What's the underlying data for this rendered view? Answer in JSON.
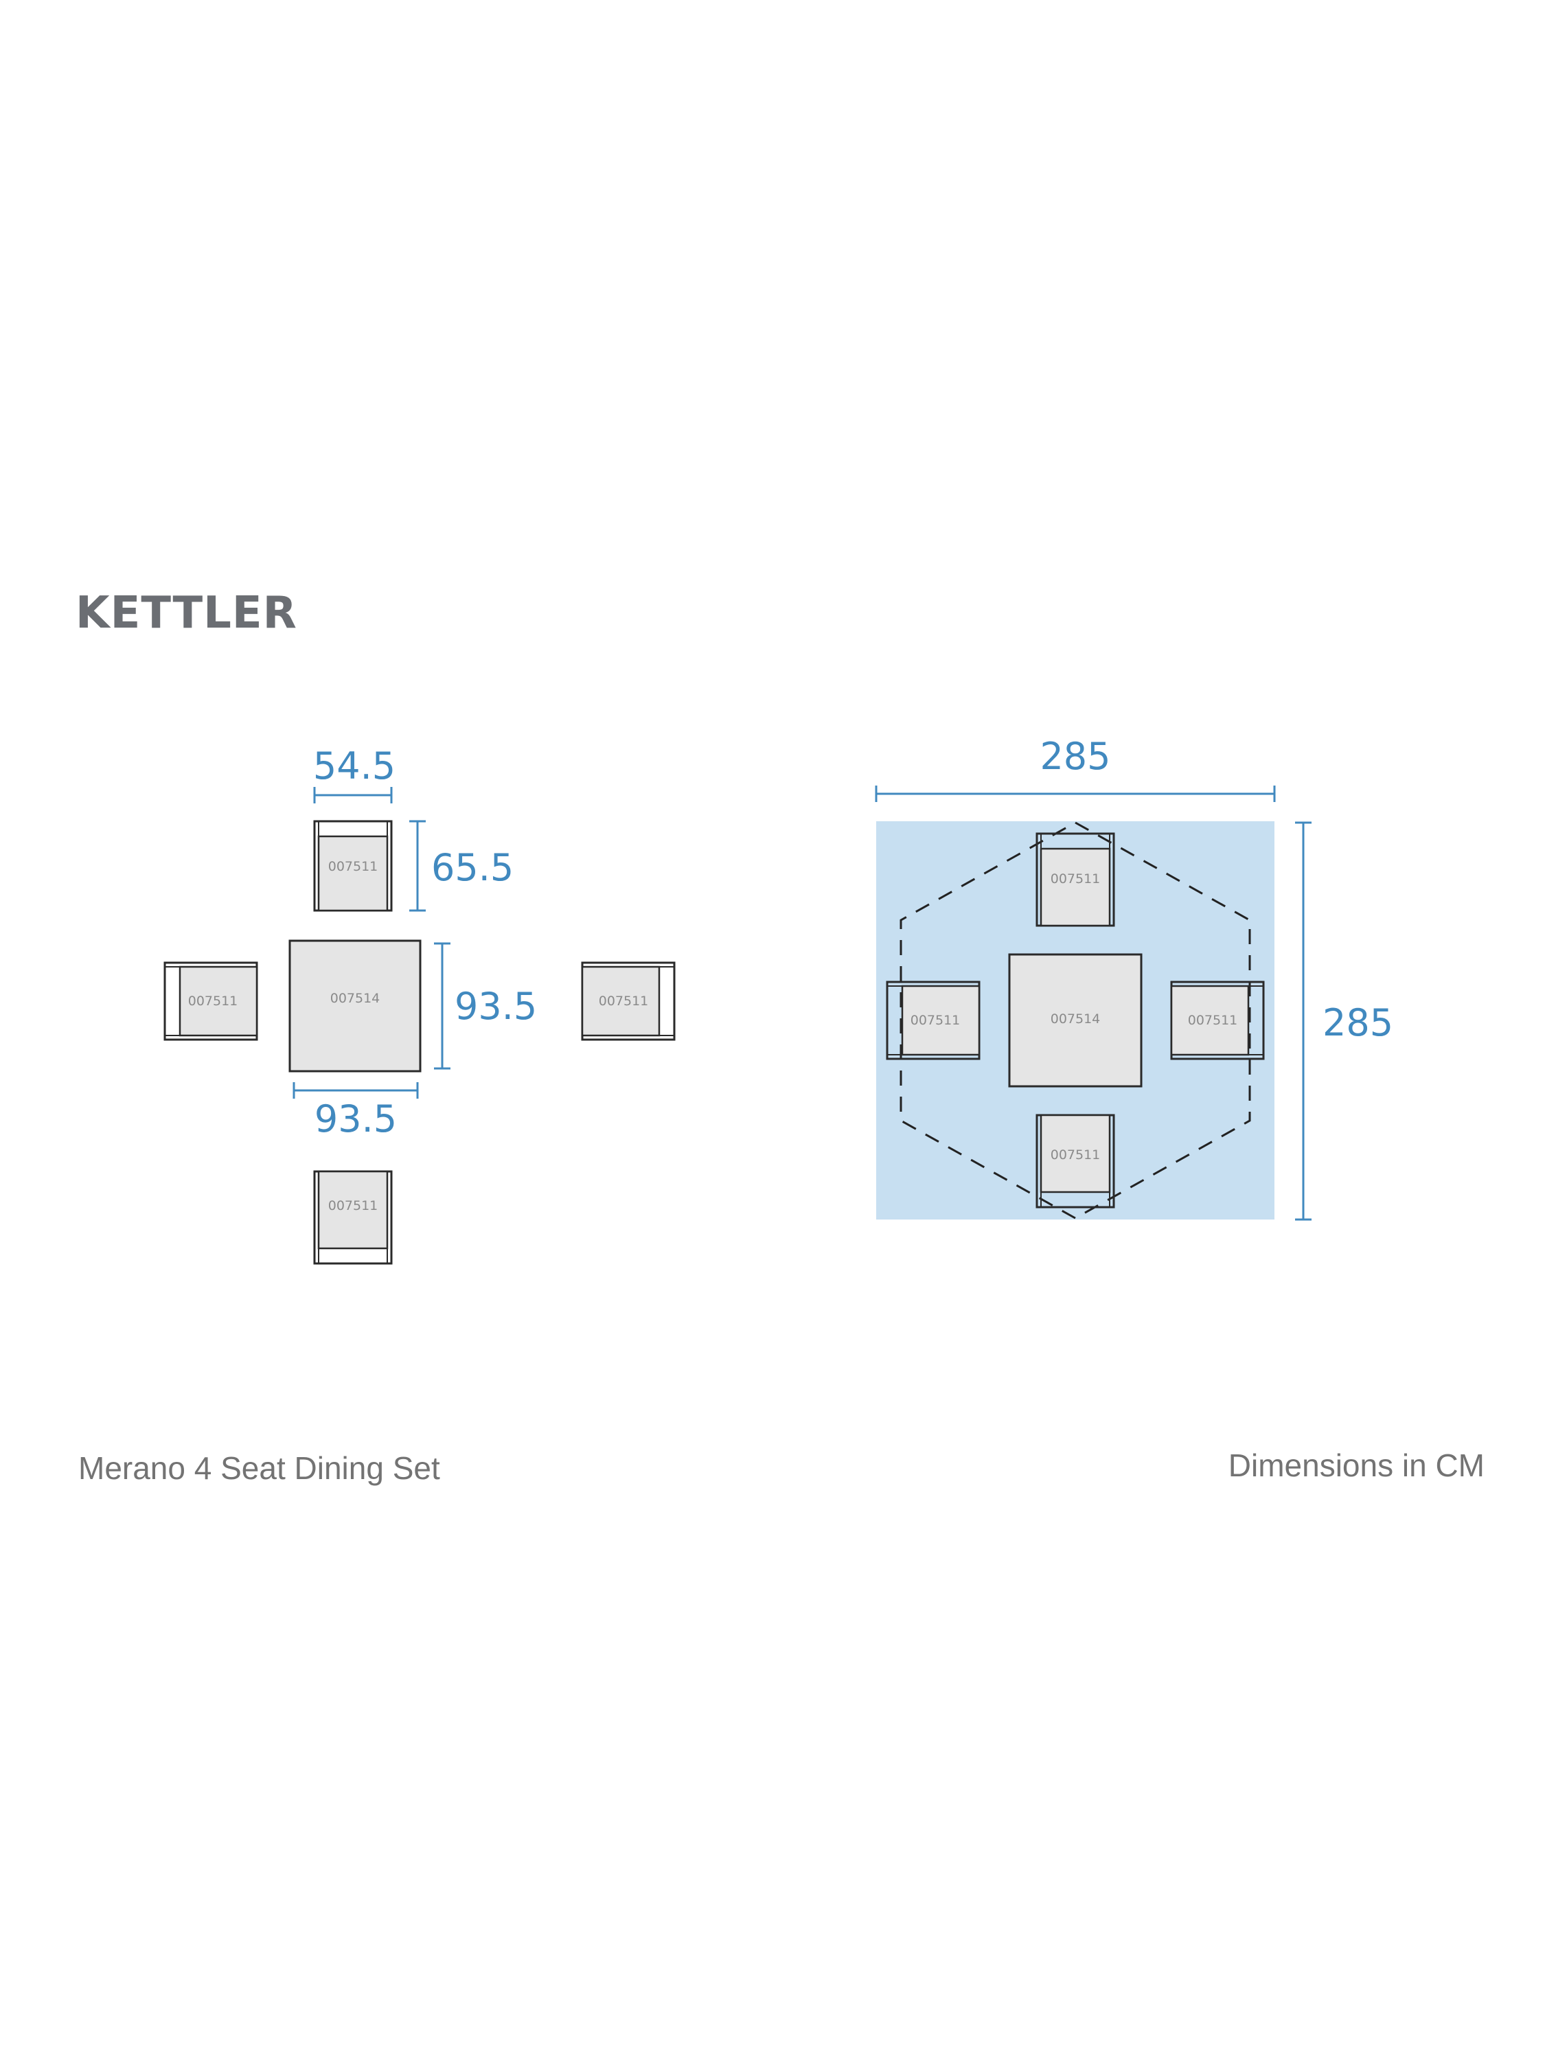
{
  "brand": {
    "logo_text": "KETTLER"
  },
  "colors": {
    "accent": "#4189bf",
    "footprint_fill": "#c7dff1",
    "text_grey": "#737373",
    "logo_grey": "#6b6e73"
  },
  "plan": {
    "chair_code": "007511",
    "table_code": "007514",
    "chair_width_label": "54.5",
    "chair_depth_label": "65.5",
    "table_depth_label": "93.5",
    "table_width_label": "93.5"
  },
  "layout": {
    "chair_code": "007511",
    "table_code": "007514",
    "total_width_label": "285",
    "total_depth_label": "285"
  },
  "footer": {
    "product_name": "Merano 4 Seat Dining Set",
    "units_note": "Dimensions in CM"
  }
}
